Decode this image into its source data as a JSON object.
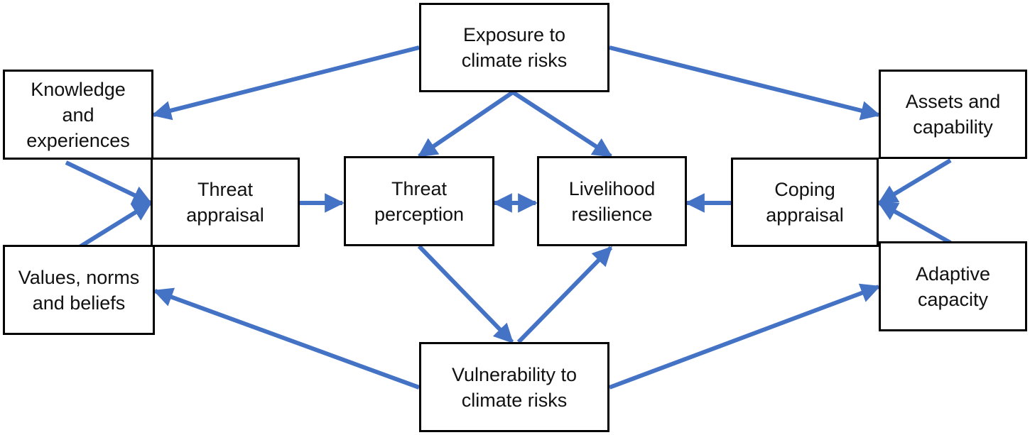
{
  "diagram": {
    "arrow_color": "#4472c4",
    "box_border_color": "#000000",
    "nodes": {
      "exposure": "Exposure to\nclimate risks",
      "knowledge": "Knowledge\nand\nexperiences",
      "values": "Values, norms\nand beliefs",
      "threat_appraisal": "Threat\nappraisal",
      "threat_perception": "Threat\nperception",
      "livelihood": "Livelihood\nresilience",
      "coping": "Coping\nappraisal",
      "assets": "Assets and\ncapability",
      "adaptive": "Adaptive\ncapacity",
      "vulnerability": "Vulnerability to\nclimate risks"
    }
  }
}
